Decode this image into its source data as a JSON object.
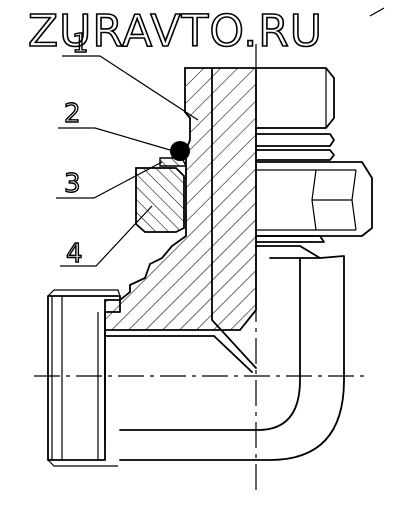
{
  "watermark": "ZURAVTO.RU",
  "callouts": [
    {
      "label": "1"
    },
    {
      "label": "2"
    },
    {
      "label": "3"
    },
    {
      "label": "4"
    }
  ]
}
